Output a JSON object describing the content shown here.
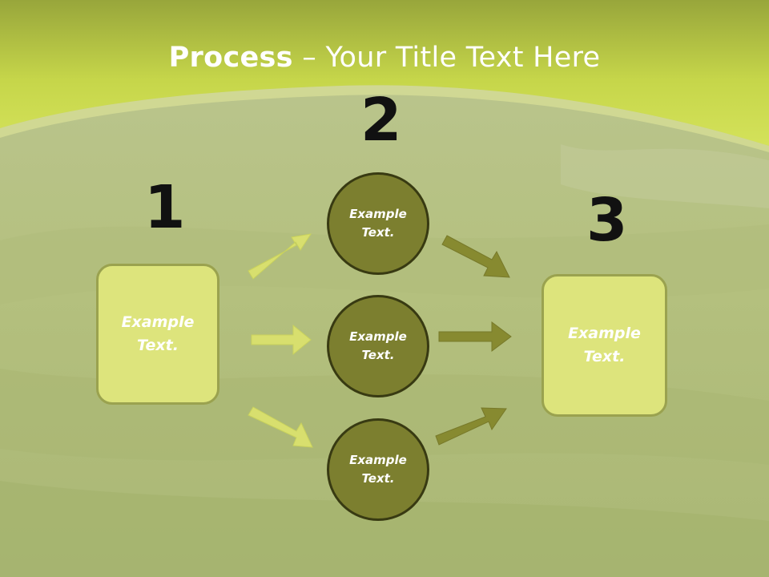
{
  "slide": {
    "title_bold": "Process",
    "title_rest": " – Your Title Text Here"
  },
  "steps": {
    "step1_number": "1",
    "step2_number": "2",
    "step3_number": "3"
  },
  "nodes": {
    "input_box_text": "Example Text.",
    "circle_top_text": "Example Text.",
    "circle_middle_text": "Example Text.",
    "circle_bottom_text": "Example Text.",
    "output_box_text": "Example Text."
  },
  "colors": {
    "header_green": "#c9d94a",
    "box_fill": "#dde47c",
    "circle_fill": "#7c7f2f",
    "arrow_light": "#d8df6e",
    "arrow_dark": "#878a30"
  }
}
